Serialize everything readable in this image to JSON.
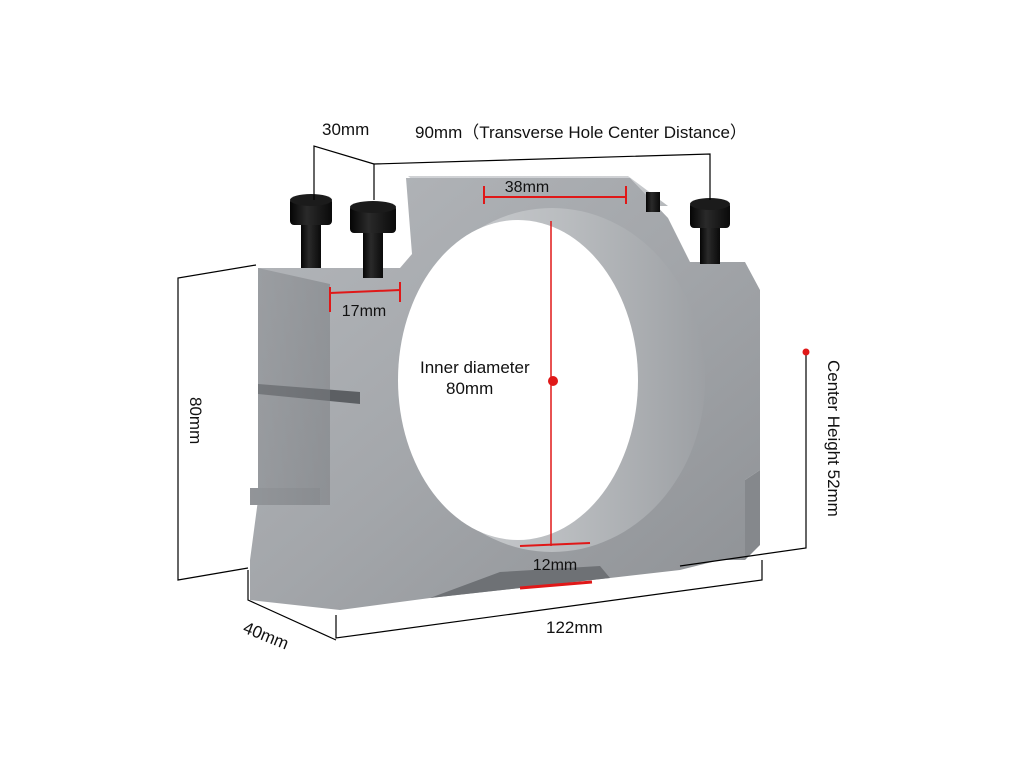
{
  "dimensions": {
    "depth_top": "30mm",
    "hole_distance": "90mm（Transverse Hole Center Distance）",
    "top_flat": "38mm",
    "slot_width": "17mm",
    "inner_line1": "Inner diameter",
    "inner_line2": "80mm",
    "height": "80mm",
    "center_height": "Center Height 52mm",
    "bottom_slot": "12mm",
    "length": "122mm",
    "depth_bottom": "40mm"
  },
  "colors": {
    "dimension_line": "#000000",
    "highlight": "#e01818",
    "body_metal": "#a9acb0"
  }
}
